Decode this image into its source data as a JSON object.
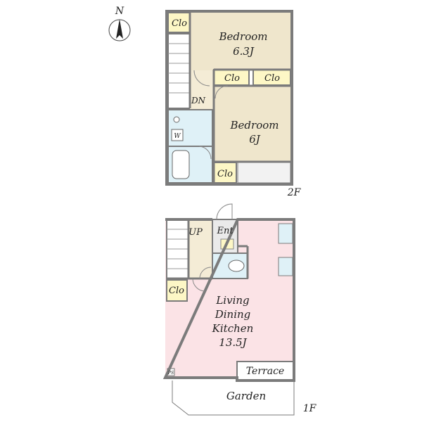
{
  "compass": {
    "label": "N"
  },
  "floor2": {
    "label": "2F",
    "bedroom_a": {
      "name": "Bedroom",
      "size": "6.3J"
    },
    "bedroom_b": {
      "name": "Bedroom",
      "size": "6J"
    },
    "closets": [
      "Clo",
      "Clo",
      "Clo",
      "Clo"
    ],
    "stairs_label": "DN",
    "washer_label": "W"
  },
  "floor1": {
    "label": "1F",
    "ldk": {
      "line1": "Living",
      "line2": "Dining",
      "line3": "Kitchen",
      "size": "13.5J"
    },
    "stairs_label": "UP",
    "entrance_label": "Ent",
    "closet_label": "Clo",
    "terrace_label": "Terrace",
    "garden_label": "Garden",
    "ps_label": "PS"
  },
  "colors": {
    "bedroom": "#efe6cc",
    "ldk": "#fbe3e6",
    "closet": "#fdf7c6",
    "bath": "#dff1f7",
    "wall": "#7b7b7b",
    "hall": "#f4ecd6"
  }
}
